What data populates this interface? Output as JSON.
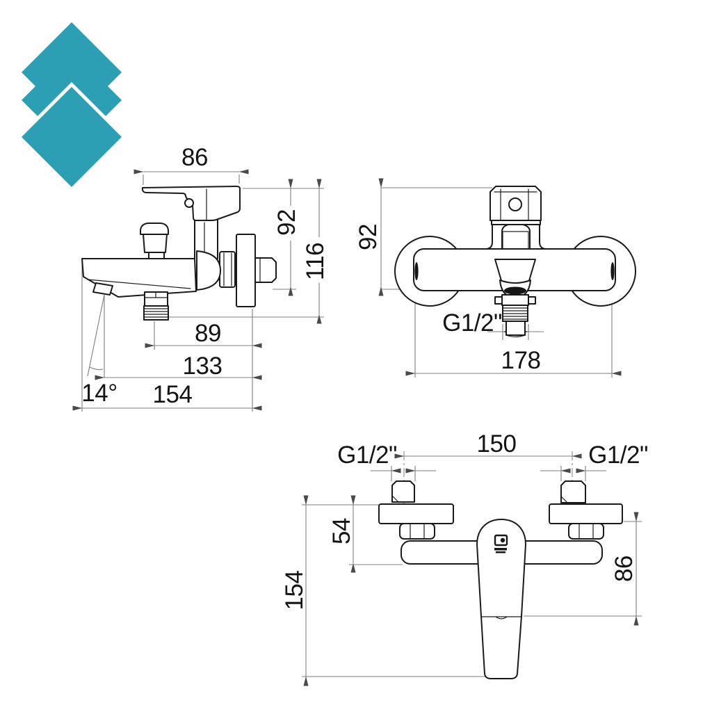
{
  "page": {
    "background": "#ffffff"
  },
  "logo": {
    "icon": "triple-chevron-logo",
    "color": "#2d9fb5"
  },
  "side_view": {
    "dims": {
      "lever_width": "86",
      "upper_height": "92",
      "total_height": "116",
      "outlet_to_wall": "89",
      "spout_mid_depth": "133",
      "spout_total_depth": "154",
      "spout_angle": "14°"
    }
  },
  "front_view": {
    "dims": {
      "height": "92",
      "outlet_thread": "G1/2\"",
      "width": "178"
    }
  },
  "top_view": {
    "dims": {
      "thread_left": "G1/2\"",
      "inlet_spacing": "150",
      "thread_right": "G1/2\"",
      "wall_to_body": "54",
      "total_depth": "154",
      "wall_to_handle": "86"
    },
    "brand_mark": "brand-mark"
  }
}
